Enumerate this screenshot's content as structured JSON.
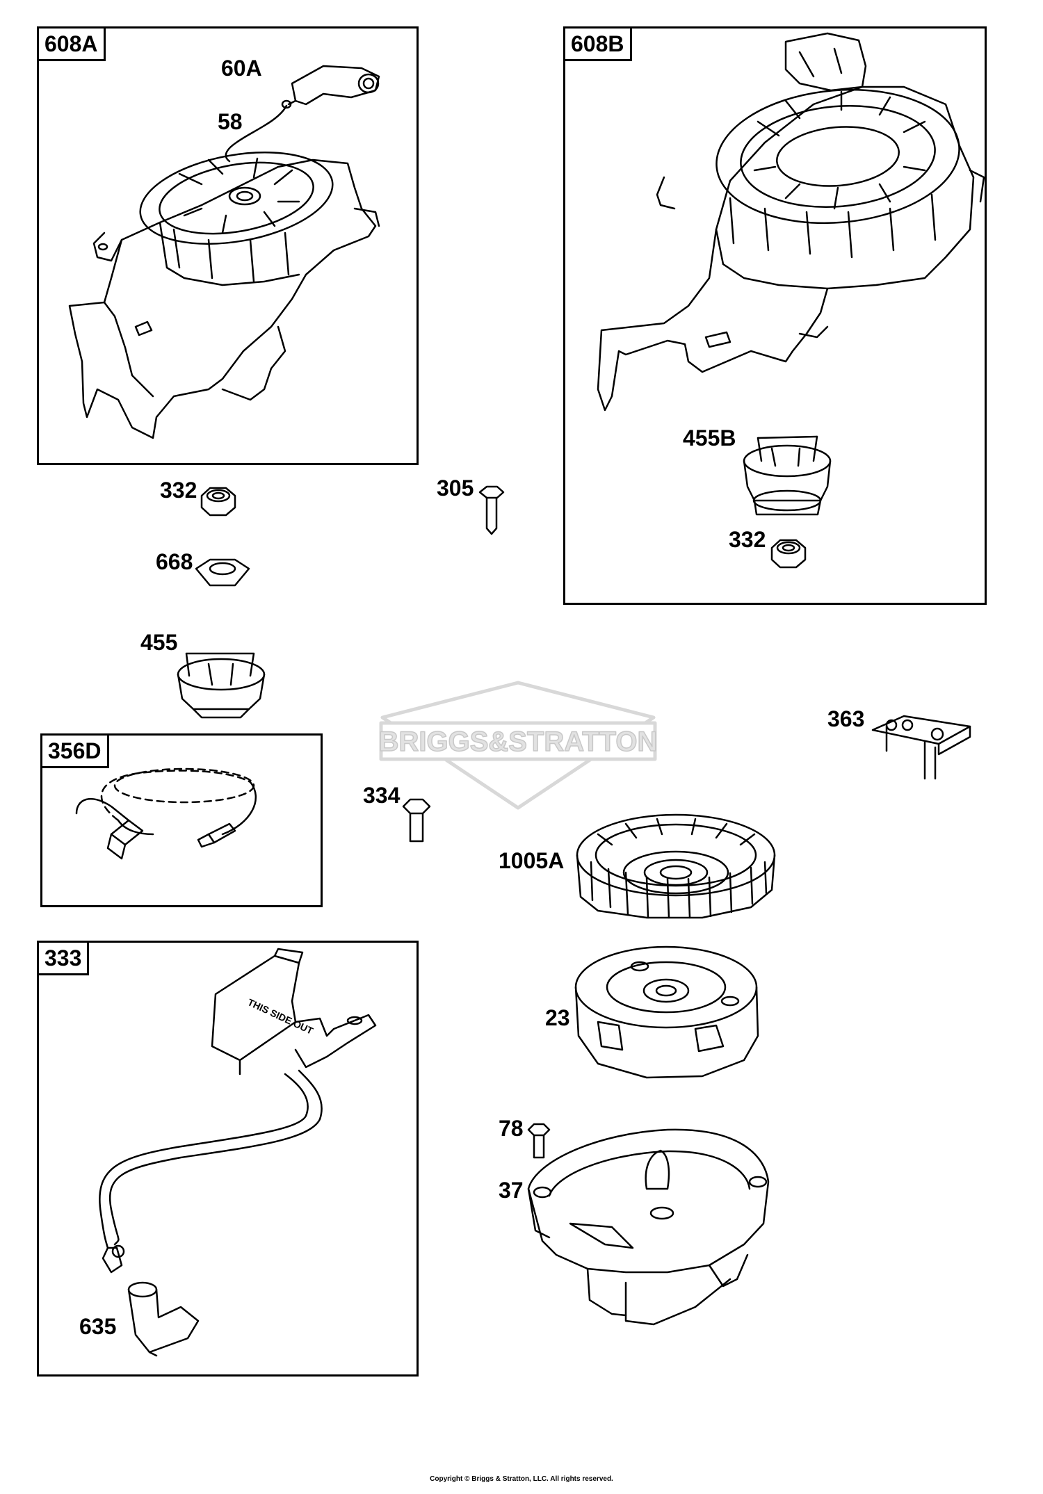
{
  "boxes": {
    "b608a": "608A",
    "b608b": "608B",
    "b356d": "356D",
    "b333": "333"
  },
  "labels": {
    "l60a": "60A",
    "l58": "58",
    "l332a": "332",
    "l305": "305",
    "l668": "668",
    "l455": "455",
    "l455b": "455B",
    "l332b": "332",
    "l363": "363",
    "l334": "334",
    "l1005a": "1005A",
    "l23": "23",
    "l78": "78",
    "l37": "37",
    "l635": "635"
  },
  "watermark": "BRIGGS&STRATTON",
  "coil_print": "THIS SIDE OUT",
  "copyright": "Copyright © Briggs & Stratton, LLC. All rights reserved."
}
